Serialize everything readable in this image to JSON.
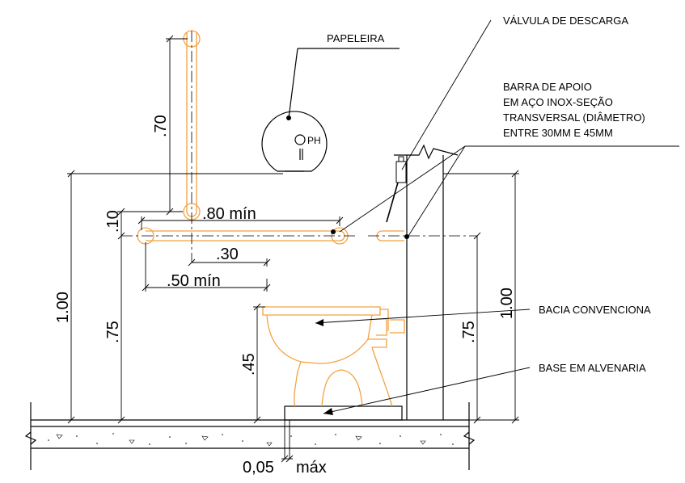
{
  "labels": {
    "valvula": "VÁLVULA DE DESCARGA",
    "papeleira": "PAPELEIRA",
    "barra_1": "BARRA DE APOIO",
    "barra_2": "EM AÇO INOX-SEÇÃO",
    "barra_3": "TRANSVERSAL (DIÂMETRO)",
    "barra_4": "ENTRE 30MM E 45MM",
    "bacia": "BACIA CONVENCIONA",
    "base": "BASE EM ALVENARIA",
    "ph": "PH"
  },
  "dimensions": {
    "d_070": ".70",
    "d_080": ".80 mín",
    "d_010": ".10",
    "d_030": ".30",
    "d_050": ".50 mín",
    "d_100_left": "1.00",
    "d_075_left": ".75",
    "d_045": ".45",
    "d_075_right": ".75",
    "d_100_right": "1.00",
    "d_005": "0,05",
    "d_005_suffix": "máx"
  },
  "colors": {
    "line": "#000000",
    "fixture": "#f4a240"
  }
}
